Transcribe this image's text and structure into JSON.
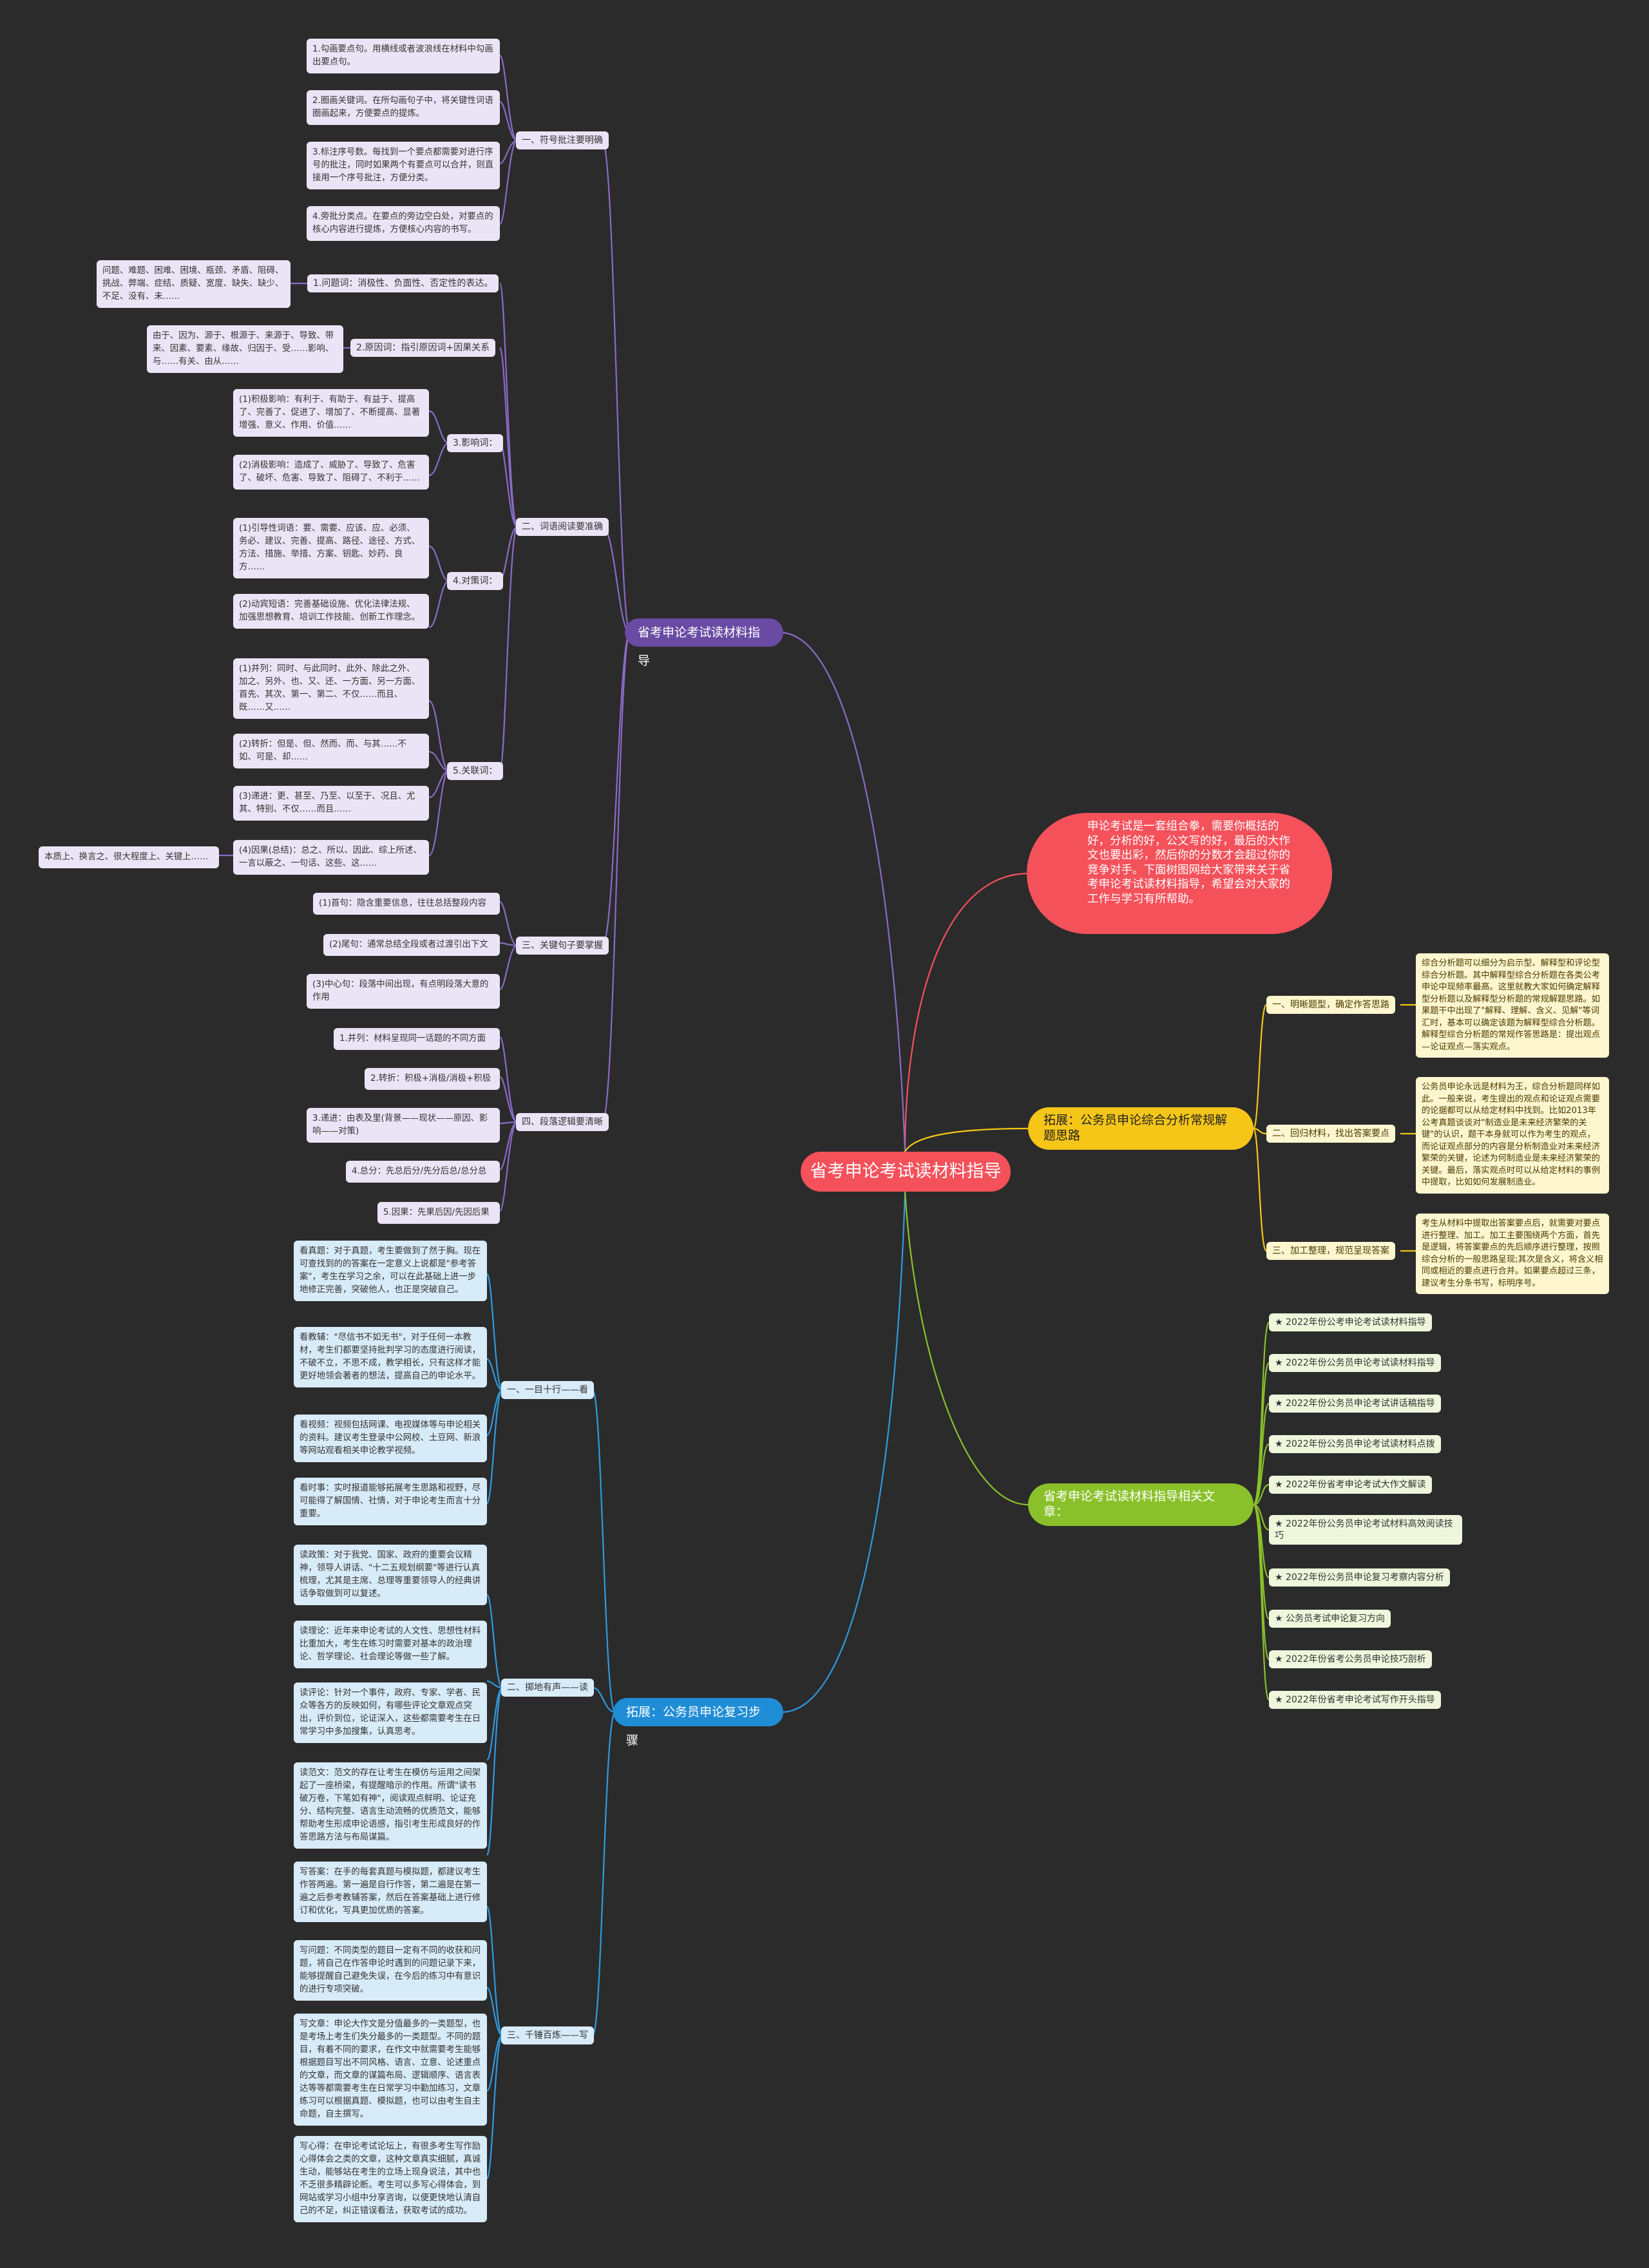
{
  "colors": {
    "background": "#2b2b2b",
    "root": "#f4515b",
    "left_top": "#6a4ba3",
    "left_bottom": "#1f8dd6",
    "right_mid": "#f5c518",
    "right_bottom": "#8ac12a"
  },
  "root": "省考申论考试读材料指导",
  "intro": "申论考试是一套组合拳，需要你概括的好，分析的好，公文写的好，最后的大作文也要出彩，然后你的分数才会超过你的竞争对手。下面树图网给大家带来关于省考申论考试读材料指导，希望会对大家的工作与学习有所帮助。",
  "branch_guide": {
    "label": "省考申论考试读材料指导",
    "s1": {
      "label": "一、符号批注要明确",
      "items": [
        "1.勾画要点句。用横线或者波浪线在材料中勾画出要点句。",
        "2.圈画关键词。在所勾画句子中，将关键性词语圈画起来，方便要点的提炼。",
        "3.标注序号数。每找到一个要点都需要对进行序号的批注，同时如果两个有要点可以合并，则直接用一个序号批注，方便分类。",
        "4.旁批分类点。在要点的旁边空白处，对要点的核心内容进行提炼，方便核心内容的书写。"
      ]
    },
    "s2": {
      "label": "二、词语阅读要准确",
      "c1": {
        "label": "1.问题词：消极性、负面性、否定性的表达。",
        "note": "问题、难题、困难、困境、瓶颈、矛盾、阻碍、挑战、弊端、症结、质疑、宽度、缺失、缺少、不足、没有、未……"
      },
      "c2": {
        "label": "2.原因词：指引原因词+因果关系",
        "note": "由于、因为、源于、根源于、来源于、导致、带来、因素、要素、缘故、归因于、受……影响、与……有关、由从……"
      },
      "c3": {
        "label": "3.影响词：",
        "items": [
          "(1)积极影响：有利于、有助于、有益于、提高了、完善了、促进了、增加了、不断提高、显著增强、意义、作用、价值……",
          "(2)消极影响：造成了、威胁了、导致了、危害了、破坏、危害、导致了、阻碍了、不利于……"
        ]
      },
      "c4": {
        "label": "4.对策词：",
        "items": [
          "(1)引导性词语：要、需要、应该、应、必须、务必、建议、完善、提高、路径、途径、方式、方法、措施、举措、方案、钥匙、妙药、良方……",
          "(2)动宾短语：完善基础设施、优化法律法规、加强思想教育、培训工作技能、创新工作理念。"
        ]
      },
      "c5": {
        "label": "5.关联词：",
        "items": [
          "(1)并列：同时、与此同时、此外、除此之外、加之、另外、也、又、还、一方面、另一方面、首先、其次、第一、第二、不仅……而且、既……又……",
          "(2)转折：但是、但、然而、而、与其……不如、可是、却……",
          "(3)递进：更、甚至、乃至、以至于、况且、尤其、特别、不仅……而且……",
          "(4)因果(总结)：总之、所以、因此、综上所述、一言以蔽之、一句话、这些、这……"
        ],
        "note": "本质上、换言之、很大程度上、关键上……"
      }
    },
    "s3": {
      "label": "三、关键句子要掌握",
      "items": [
        "(1)首句：隐含重要信息，往往总括整段内容",
        "(2)尾句：通常总结全段或者过渡引出下文",
        "(3)中心句：段落中间出现，有点明段落大意的作用"
      ]
    },
    "s4": {
      "label": "四、段落逻辑要清晰",
      "items": [
        "1.并列：材料呈现同一话题的不同方面",
        "2.转折：积极+消极/消极+积极",
        "3.递进：由表及里(背景——现状——原因、影响——对策)",
        "4.总分：先总后分/先分后总/总分总",
        "5.因果：先果后因/先因后果"
      ]
    }
  },
  "branch_review": {
    "label": "拓展：公务员申论复习步骤",
    "s1": {
      "label": "一、一目十行——看",
      "items": [
        "看真题：对于真题，考生要做到了然于胸。现在可查找到的的答案在一定意义上说都是\"参考答案\"，考生在学习之余，可以在此基础上进一步地修正完善，突破他人，也正是突破自己。",
        "看教辅：\"尽信书不如无书\"，对于任何一本教材，考生们都要坚持批判学习的态度进行阅读，不破不立，不思不成，教学相长，只有这样才能更好地领会著者的想法，提高自己的申论水平。",
        "看视频：视频包括网课、电视媒体等与申论相关的资料。建议考生登录中公网校、土豆网、新浪等网站观看相关申论教学视频。",
        "看时事：实时报道能够拓展考生思路和视野，尽可能得了解国情、社情，对于申论考生而言十分重要。"
      ]
    },
    "s2": {
      "label": "二、掷地有声——读",
      "items": [
        "读政策：对于我党、国家、政府的重要会议精神，领导人讲话、\"十二五规划纲要\"等进行认真梳理，尤其是主席、总理等重要领导人的经典讲话争取做到可以复述。",
        "读理论：近年来申论考试的人文性、思想性材料比重加大，考生在练习时需要对基本的政治理论、哲学理论、社会理论等做一些了解。",
        "读评论：针对一个事件，政府、专家、学者、民众等各方的反映如何，有哪些评论文章观点突出，评价到位，论证深入，这些都需要考生在日常学习中多加搜集，认真思考。",
        "读范文：范文的存在让考生在模仿与运用之间架起了一座桥梁，有提醒暗示的作用。所谓\"读书破万卷，下笔如有神\"，阅读观点鲜明、论证充分、结构完整、语言生动流畅的优质范文，能够帮助考生形成申论语感，指引考生形成良好的作答思路方法与布局谋篇。"
      ]
    },
    "s3": {
      "label": "三、千锤百炼——写",
      "items": [
        "写答案：在手的每套真题与模拟题，都建议考生作答两遍。第一遍是自行作答，第二遍是在第一遍之后参考教辅答案，然后在答案基础上进行修订和优化，写具更加优质的答案。",
        "写问题：不同类型的题目一定有不同的收获和问题，将自己在作答申论时遇到的问题记录下来，能够提醒自己避免失误，在今后的练习中有意识的进行专项突破。",
        "写文章：申论大作文是分值最多的一类题型，也是考场上考生们失分最多的一类题型。不同的题目，有着不同的要求，在作文中就需要考生能够根据题目写出不同风格、语言、立意、论述重点的文章，而文章的谋篇布局、逻辑顺序、语言表达等等都需要考生在日常学习中勤加练习，文章练习可以根据真题、模拟题，也可以由考生自主命题，自主撰写。",
        "写心得：在申论考试论坛上，有很多考生写作励心得体会之类的文章，这种文章真实细腻，真诚生动，能够站在考生的立场上现身说法，其中也不乏很多精辟论断。考生可以多写心得体会，到网站或学习小组中分享咨询，以便更快地认清自己的不足，纠正错误看法，获取考试的成功。"
      ]
    }
  },
  "branch_analysis": {
    "label": "拓展：公务员申论综合分析常规解题思路",
    "items": [
      {
        "label": "一、明晰题型，确定作答思路",
        "text": "综合分析题可以细分为启示型、解释型和评论型综合分析题。其中解释型综合分析题在各类公考申论中现频率最高。这里就教大家如何确定解释型分析题以及解释型分析题的常规解题思路。如果题干中出现了\"解释、理解、含义、见解\"等词汇时，基本可以确定该题为解释型综合分析题。解释型综合分析题的常规作答思路是：提出观点—论证观点—落实观点。"
      },
      {
        "label": "二、回归材料，找出答案要点",
        "text": "公务员申论永远是材料为王，综合分析题同样如此。一般来说，考生提出的观点和论证观点需要的论据都可以从给定材料中找到。比如2013年公考真题谈谈对\"制造业是未来经济繁荣的关键\"的认识，题干本身就可以作为考生的观点，而论证观点部分的内容是分析制造业对未来经济繁荣的关键，论述为何制造业是未来经济繁荣的关键。最后，落实观点时可以从给定材料的事例中提取，比如如何发展制造业。"
      },
      {
        "label": "三、加工整理，规范呈现答案",
        "text": "考生从材料中提取出答案要点后，就需要对要点进行整理、加工。加工主要围绕两个方面，首先是逻辑，将答案要点的先后顺序进行整理，按照综合分析的一般思路呈现;其次是含义，将含义相同或相近的要点进行合并。如果要点超过三条，建议考生分条书写，标明序号。"
      }
    ]
  },
  "branch_related": {
    "label": "省考申论考试读材料指导相关文章：",
    "items": [
      "★ 2022年份公考申论考试读材料指导",
      "★ 2022年份公务员申论考试读材料指导",
      "★ 2022年份公务员申论考试讲话稿指导",
      "★ 2022年份公务员申论考试读材料点拨",
      "★ 2022年份省考申论考试大作文解读",
      "★ 2022年份公务员申论考试材料高效阅读技巧",
      "★ 2022年份公务员申论复习考察内容分析",
      "★ 公务员考试申论复习方向",
      "★ 2022年份省考公务员申论技巧剖析",
      "★ 2022年份省考申论考试写作开头指导"
    ]
  }
}
